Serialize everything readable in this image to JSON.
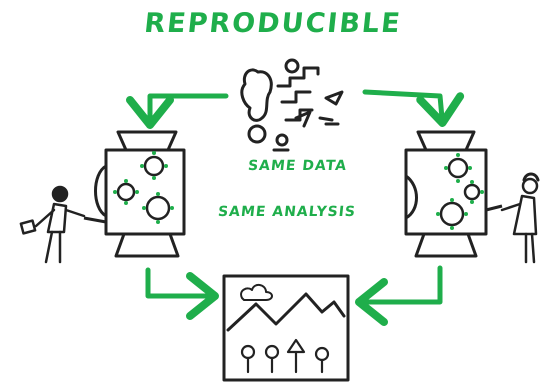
{
  "title": "REPRODUCIBLE",
  "labels": {
    "same_data": "SAME DATA",
    "same_analysis": "SAME ANALYSIS"
  },
  "colors": {
    "accent": "#1fae4b",
    "ink": "#222222",
    "gear_dots": "#1fae4b"
  },
  "icons": [
    "data-shapes-icon",
    "analysis-machine-icon",
    "gear-icon",
    "scientist-figure-icon",
    "landscape-result-icon",
    "cloud-icon",
    "tree-icon",
    "arrow-icon"
  ]
}
